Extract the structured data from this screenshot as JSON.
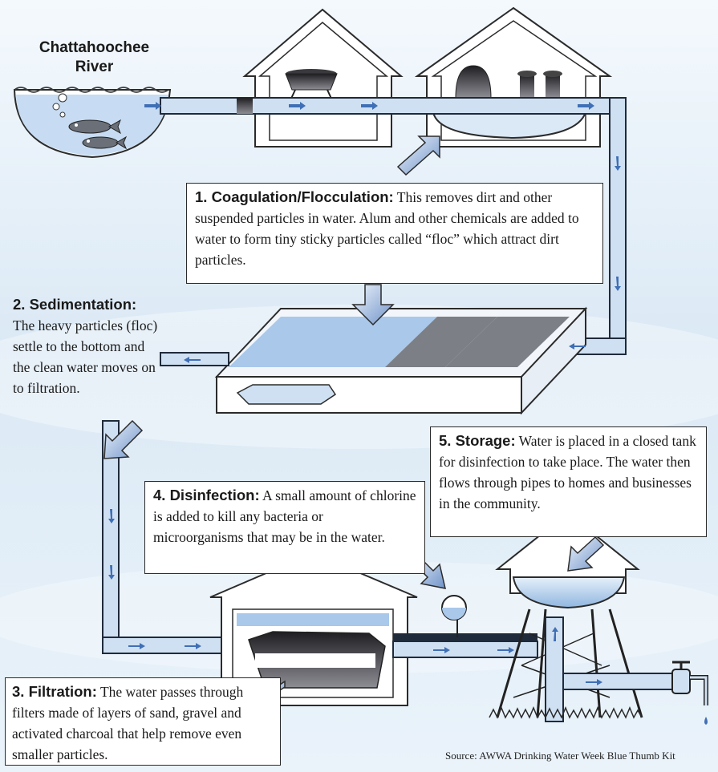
{
  "river": {
    "line1": "Chattahoochee",
    "line2": "River"
  },
  "steps": [
    {
      "title": "1. Coagulation/Flocculation:",
      "text": "This removes dirt and other suspended particles in water. Alum and other chemicals are added to water to form tiny sticky particles called “floc” which attract dirt particles."
    },
    {
      "title": "2. Sedimentation:",
      "text": "The heavy particles (floc) settle to the bottom and the clean water moves on to filtration."
    },
    {
      "title": "3. Filtration:",
      "text": "The water passes through filters made of layers of sand, gravel and activated charcoal that help remove even smaller particles."
    },
    {
      "title": "4. Disinfection:",
      "text": "A small amount of chlorine is added to kill any bacteria or microorganisms that may be in the water."
    },
    {
      "title": "5. Storage:",
      "text": "Water is placed in a closed tank for disinfection to take place. The water then flows through pipes to homes and businesses in the community."
    }
  ],
  "source": "Source: AWWA Drinking Water Week Blue Thumb Kit",
  "colors": {
    "pipe": "#cfe0f2",
    "pipe_outline": "#1f2a3a",
    "water": "#a9c8ea",
    "flow_arrow": "#3f6fb5",
    "background": "#d8e8f4"
  }
}
